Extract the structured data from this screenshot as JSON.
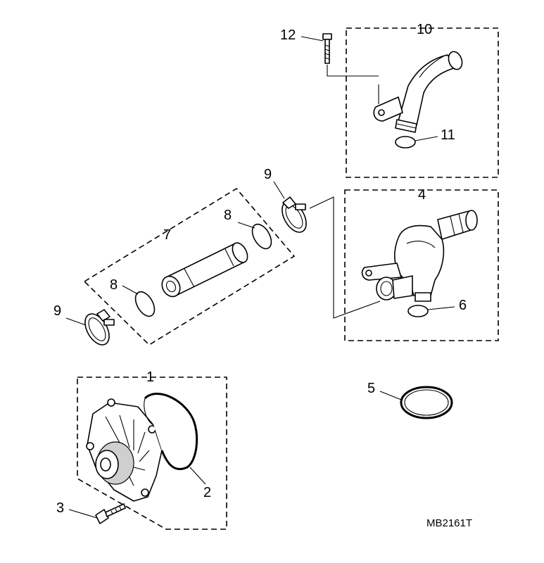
{
  "diagram_code": "MB2161T",
  "callouts": {
    "water_pump": "1",
    "pump_gasket": "2",
    "pump_bolt": "3",
    "thermostat_housing": "4",
    "housing_gasket": "5",
    "thermostat_o_ring": "6",
    "coolant_pipe": "7",
    "pipe_o_ring_upper": "8",
    "pipe_o_ring_lower": "8",
    "hose_clip_upper": "9",
    "hose_clip_lower": "9",
    "outlet_elbow": "10",
    "elbow_o_ring": "11",
    "elbow_bolt": "12"
  }
}
